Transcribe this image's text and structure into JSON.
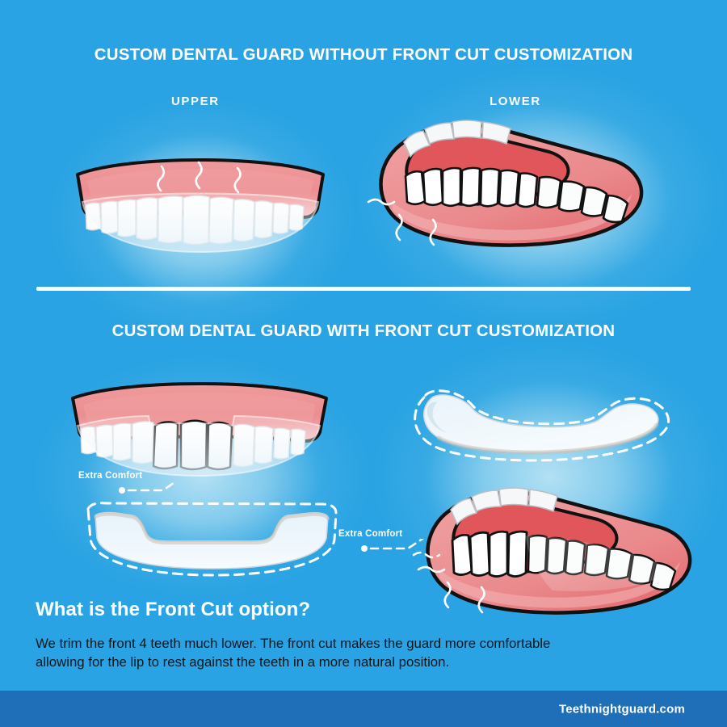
{
  "page": {
    "background_color": "#29a3e3",
    "glow_color": "#bae4f5"
  },
  "sections": {
    "without_front_cut": {
      "heading": "CUSTOM DENTAL GUARD WITHOUT FRONT CUT CUSTOMIZATION",
      "upper_label": "UPPER",
      "lower_label": "LOWER"
    },
    "with_front_cut": {
      "heading": "CUSTOM DENTAL GUARD WITH FRONT CUT CUSTOMIZATION",
      "callout_1": "Extra Comfort",
      "callout_2": "Extra Comfort"
    }
  },
  "explainer": {
    "title": "What is the Front Cut option?",
    "line1": "We trim the front 4 teeth much lower. The front cut makes the guard more comfortable",
    "line2": "allowing for the lip to rest against the teeth in a more natural position."
  },
  "footer": {
    "site": "Teethnightguard.com",
    "background_color": "#1f6fb8"
  },
  "art_colors": {
    "gum_pink": "#ee9497",
    "gum_pink_light": "#f2adaf",
    "gum_red": "#e8595d",
    "tooth_white": "#ffffff",
    "tooth_shadow": "#dfe3e6",
    "guard_tint": "#dcecf5",
    "outline": "#1a1a1a",
    "dash_white": "#ffffff"
  }
}
